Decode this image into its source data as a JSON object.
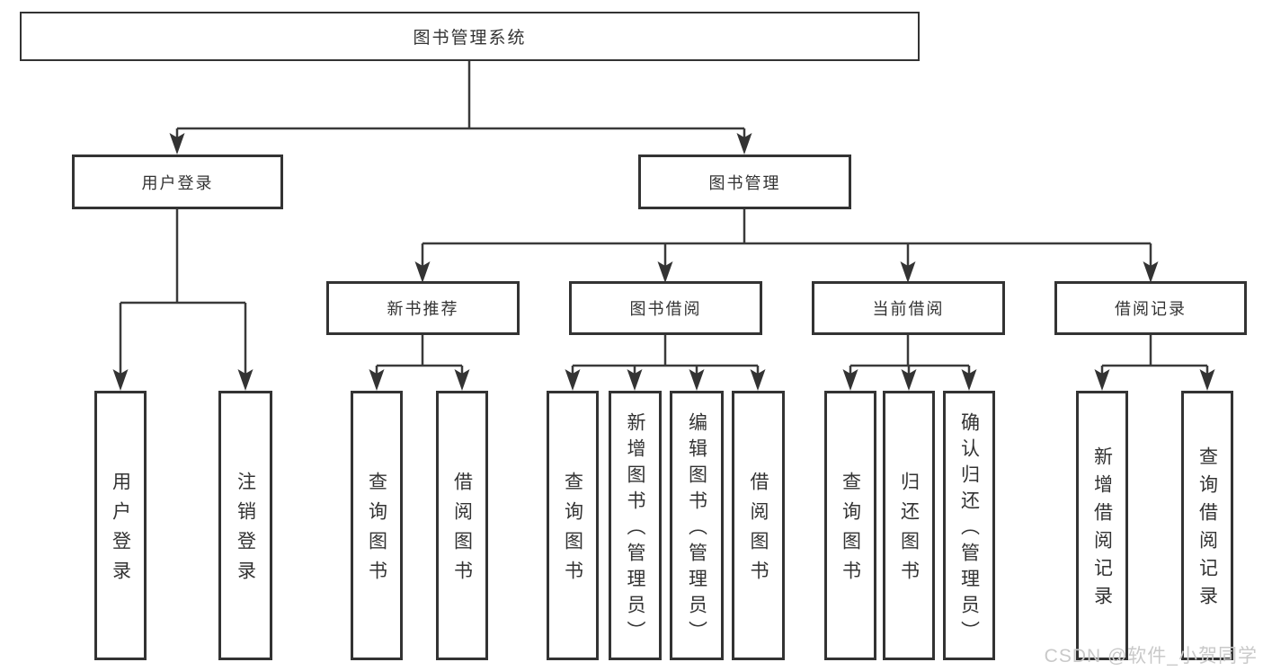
{
  "diagram": {
    "title_node": {
      "label": "图书管理系统"
    },
    "level2": [
      {
        "id": "user-login",
        "label": "用户登录"
      },
      {
        "id": "book-management",
        "label": "图书管理"
      }
    ],
    "level3": [
      {
        "id": "new-book-recommend",
        "label": "新书推荐"
      },
      {
        "id": "book-borrow",
        "label": "图书借阅"
      },
      {
        "id": "current-borrow",
        "label": "当前借阅"
      },
      {
        "id": "borrow-records",
        "label": "借阅记录"
      }
    ],
    "leaves": {
      "user_login": [
        "用户登录",
        "注销登录"
      ],
      "new_book": [
        "查询图书",
        "借阅图书"
      ],
      "borrow": [
        "查询图书",
        "新增图书（管理员）",
        "编辑图书（管理员）",
        "借阅图书"
      ],
      "current": [
        "查询图书",
        "归还图书",
        "确认归还（管理员）"
      ],
      "records": [
        "新增借阅记录",
        "查询借阅记录"
      ]
    }
  },
  "watermark": "CSDN @软件_小贺同学",
  "colors": {
    "line": "#3a3a3a",
    "box_border": "#333333",
    "text": "#333333",
    "background": "#ffffff",
    "watermark": "#c9c9c9"
  }
}
